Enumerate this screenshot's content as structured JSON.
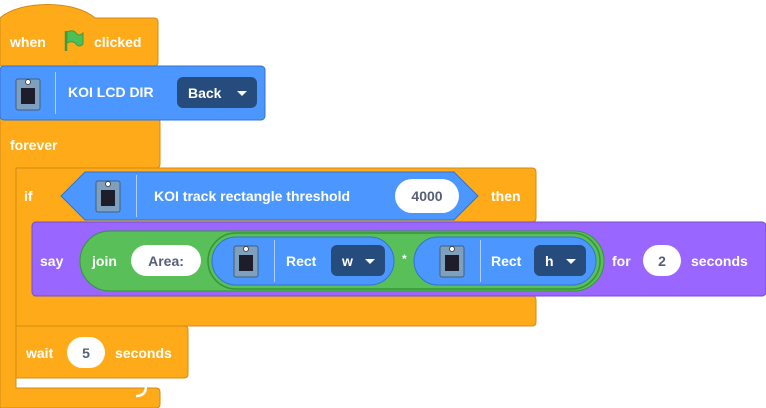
{
  "script": {
    "hat": {
      "when": "when",
      "flag_icon": "green-flag-icon",
      "clicked": "clicked"
    },
    "lcd_dir": {
      "label": "KOI LCD DIR",
      "value": "Back"
    },
    "forever": {
      "label": "forever"
    },
    "if_block": {
      "if": "if",
      "condition": {
        "label": "KOI track rectangle threshold",
        "value": "4000"
      },
      "then": "then"
    },
    "say": {
      "say": "say",
      "join": {
        "label": "join",
        "first": "Area:"
      },
      "rect_w": {
        "label": "Rect",
        "value": "w"
      },
      "operator": "*",
      "rect_h": {
        "label": "Rect",
        "value": "h"
      },
      "for": "for",
      "seconds_value": "2",
      "seconds": "seconds"
    },
    "wait": {
      "label": "wait",
      "value": "5",
      "unit": "seconds"
    }
  },
  "colors": {
    "control": "#ffab19",
    "control_dark": "#cf8b17",
    "extension": "#4c97ff",
    "extension_dark": "#3373cc",
    "looks": "#9966ff",
    "looks_dark": "#774dcb",
    "operators": "#59c059",
    "operators_dark": "#389438",
    "dropdown": "#264b7d"
  }
}
